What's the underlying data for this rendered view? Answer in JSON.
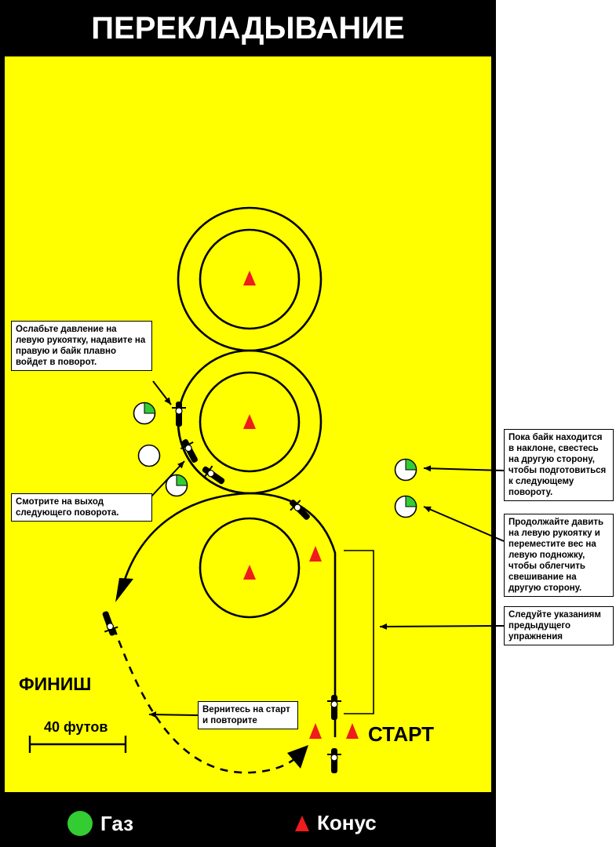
{
  "title": "ПЕРЕКЛАДЫВАНИЕ",
  "notes": {
    "relax_grip": "Ослабьте давление на левую рукоятку, надавите на правую и байк плавно войдет в поворот.",
    "look_exit": "Смотрите на выход следующего поворота.",
    "lean_other_side": "Пока байк находится в наклоне, свестесь на другую сторону, чтобы подготовиться к следующему повороту.",
    "keep_pressing": "Продолжайте давить на левую рукоятку и переместите вес на левую подножку, чтобы облегчить свешивание на другую сторону.",
    "follow_previous": "Следуйте указаниям предыдущего упражнения",
    "return_start": "Вернитесь на старт и повторите"
  },
  "labels": {
    "finish": "ФИНИШ",
    "start": "СТАРТ",
    "scale": "40 футов"
  },
  "legend": {
    "gas": "Газ",
    "cone": "Конус"
  },
  "colors": {
    "field": "#ffff00",
    "frame": "#000000",
    "cone": "#ee1c1c",
    "gas": "#33cc33"
  }
}
